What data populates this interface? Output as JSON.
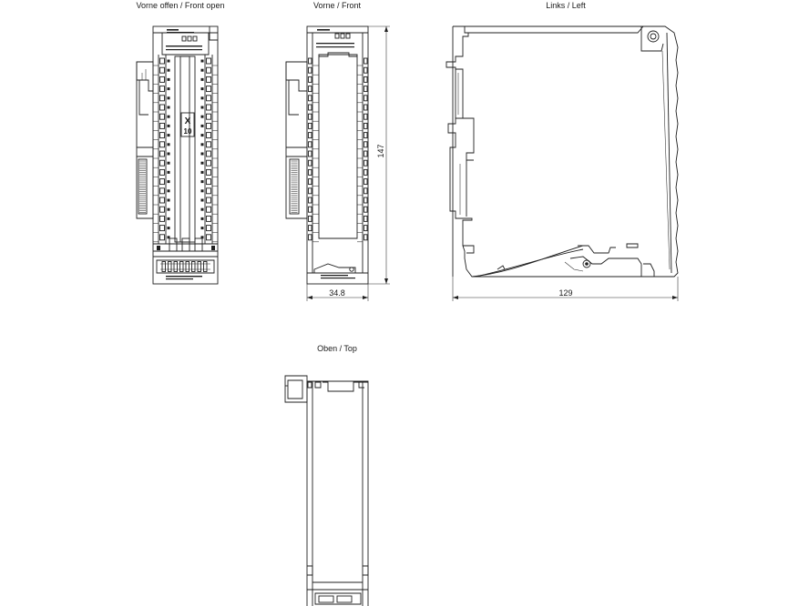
{
  "views": {
    "front_open": {
      "title": "Vorne offen / Front open",
      "marking_top": "X",
      "marking_bottom": "10"
    },
    "front": {
      "title": "Vorne / Front"
    },
    "left": {
      "title": "Links / Left"
    },
    "top": {
      "title": "Oben / Top"
    }
  },
  "dimensions": {
    "front_width": "34.8",
    "front_height": "147",
    "side_depth": "129"
  },
  "colors": {
    "line": "#1f1f1f",
    "background": "#ffffff"
  }
}
